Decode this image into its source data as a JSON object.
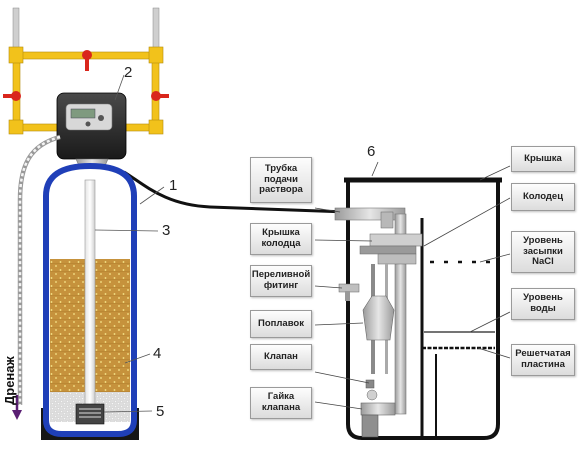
{
  "numbers": {
    "n1": "1",
    "n2": "2",
    "n3": "3",
    "n4": "4",
    "n5": "5",
    "n6": "6"
  },
  "labels": {
    "supply_tube": "Трубка\nподачи\nраствора",
    "well_cover": "Крышка\nколодца",
    "overflow_fitting": "Переливной\nфитинг",
    "float": "Поплавок",
    "valve": "Клапан",
    "valve_nut": "Гайка\nклапана",
    "lid": "Крышка",
    "well": "Колодец",
    "salt_level": "Уровень\nзасыпки\nNaCl",
    "water_level": "Уровень\nводы",
    "grid_plate": "Решетчатая\nпластина",
    "drain": "Дренаж"
  },
  "colors": {
    "pipe_yellow": "#f2c21b",
    "valve_red": "#d9261c",
    "tank_blue": "#1f3fb8",
    "resin": "#c6923c",
    "resin_dot": "#f6e58a",
    "gravel": "#d8d8d8",
    "drain_arrow": "#5a1f73"
  }
}
